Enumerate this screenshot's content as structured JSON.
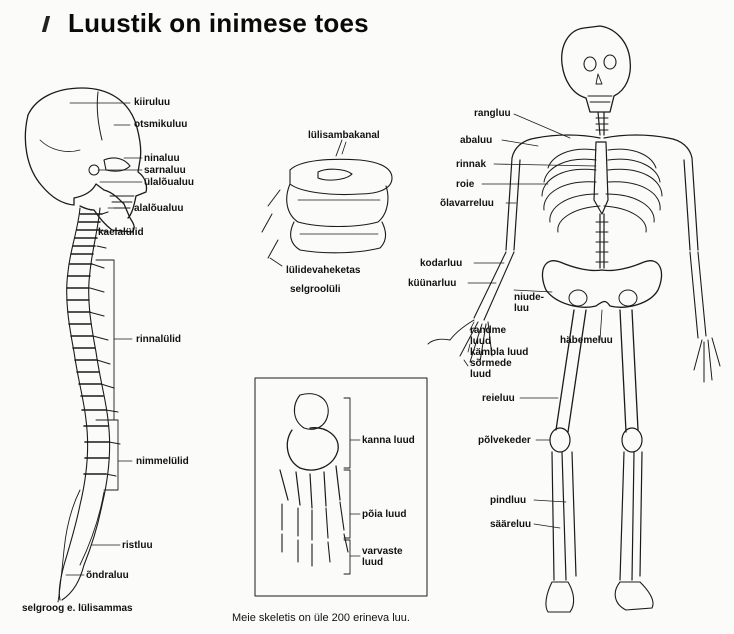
{
  "title": "Luustik on inimese toes",
  "footer": {
    "spine_caption": "selgroog e. lülisammas",
    "bottom_note": "Meie skeletis on üle 200 erineva luu."
  },
  "skull_spine_labels": {
    "kiiruluu": "kiiruluu",
    "otsmikuluu": "otsmikuluu",
    "ninaluu": "ninaluu",
    "sarnaluu": "sarnaluu",
    "ulaloualuu": "ülalõualuu",
    "alaloualuu": "alalõualuu",
    "kaelalulid": "kaelalülid",
    "rinnalulid": "rinnalülid",
    "nimmelulid": "nimmelülid",
    "ristluu": "ristluu",
    "ondraluu": "õndraluu"
  },
  "vertebra_labels": {
    "canal": "lülisambakanal",
    "disc": "lülidevaheketas",
    "caption": "selgroolüli"
  },
  "foot_labels": {
    "kanna": "kanna luud",
    "poia": "põia luud",
    "varvaste": "varvaste luud"
  },
  "skeleton_labels": {
    "rangluu": "rangluu",
    "abaluu": "abaluu",
    "rinnak": "rinnak",
    "roie": "roie",
    "olavarreluu": "õlavarreluu",
    "kodarluu": "kodarluu",
    "kyynarluu": "küünarluu",
    "niudeluu": "niude-luu",
    "randmeluud": "randme luud",
    "kamblaluud": "kämbla luud",
    "sormedeluud": "sõrmede luud",
    "habemeluu": "häbemeluu",
    "reieluu": "reieluu",
    "polvekeder": "põlvekeder",
    "pindluu": "pindluu",
    "saareluu": "sääreluu"
  }
}
